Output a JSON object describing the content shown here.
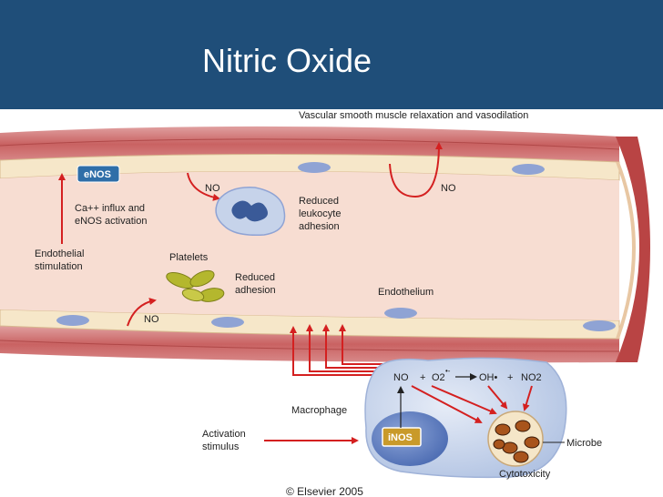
{
  "slide": {
    "title": "Nitric Oxide"
  },
  "diagram": {
    "top_caption": "Vascular smooth muscle relaxation and vasodilation",
    "enos": "eNOS",
    "inos": "iNOS",
    "no_label": "NO",
    "ca_influx": [
      "Ca++ influx and",
      "eNOS activation"
    ],
    "endothelial_stim": [
      "Endothelial",
      "stimulation"
    ],
    "reduced_leukocyte": [
      "Reduced",
      "leukocyte",
      "adhesion"
    ],
    "platelets": "Platelets",
    "reduced_adhesion": [
      "Reduced",
      "adhesion"
    ],
    "endothelium": "Endothelium",
    "macrophage": "Macrophage",
    "activation": [
      "Activation",
      "stimulus"
    ],
    "microbe": "Microbe",
    "cytotoxicity": "Cytotoxicity",
    "reaction": {
      "no": "NO",
      "plus1": "+",
      "o2": "O2",
      "superscript": "•-",
      "oh": "OH•",
      "plus2": "+",
      "no2": "NO2"
    },
    "copyright": "© Elsevier 2005",
    "colors": {
      "header": "#1f4e79",
      "arrow": "#d42020",
      "wall": "#c96262",
      "lumen": "#f7ddd2",
      "enos_box": "#2f6ea8",
      "inos_box": "#c99a2a",
      "macrophage": "#c6d3ea",
      "platelet": "#b4b72e"
    }
  }
}
